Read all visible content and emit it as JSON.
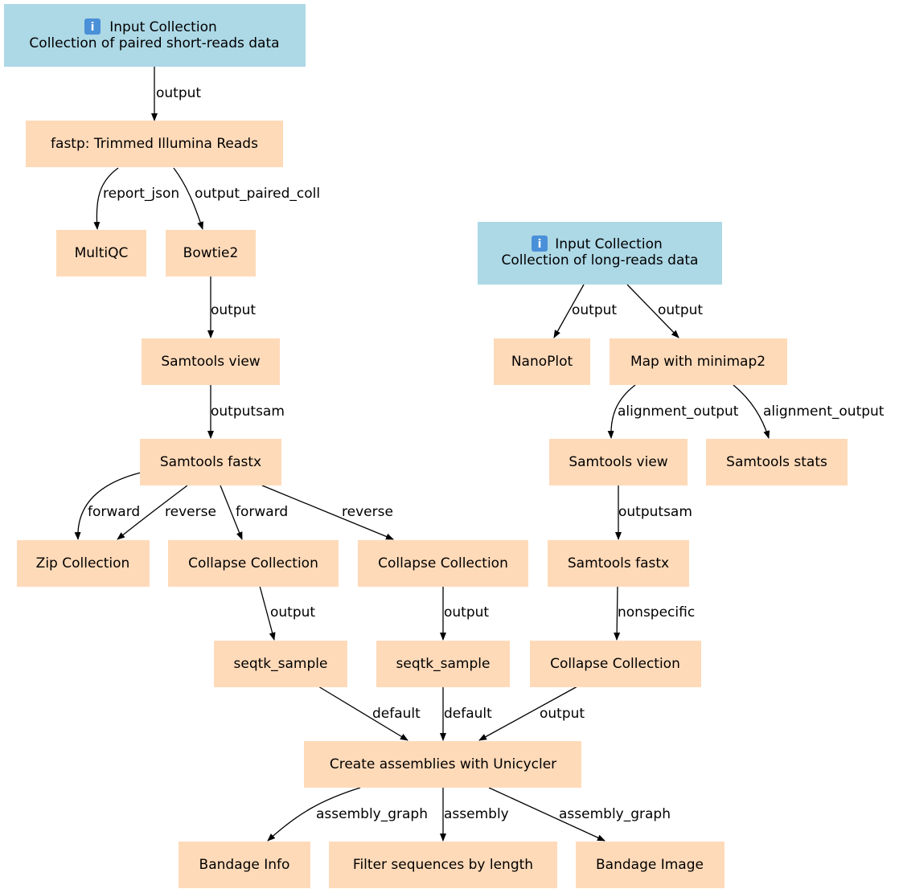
{
  "nodes": {
    "input_short": {
      "line1": "Input Collection",
      "line2": "Collection of paired short-reads data",
      "kind": "input",
      "icon": "info-icon"
    },
    "fastp": {
      "label": "fastp: Trimmed Illumina Reads",
      "kind": "tool"
    },
    "multiqc": {
      "label": "MultiQC",
      "kind": "tool"
    },
    "bowtie2": {
      "label": "Bowtie2",
      "kind": "tool"
    },
    "input_long": {
      "line1": "Input Collection",
      "line2": "Collection of long-reads data",
      "kind": "input",
      "icon": "info-icon"
    },
    "samtools_view_1": {
      "label": "Samtools view",
      "kind": "tool"
    },
    "nanoplot": {
      "label": "NanoPlot",
      "kind": "tool"
    },
    "minimap2": {
      "label": "Map with minimap2",
      "kind": "tool"
    },
    "samtools_fastx_1": {
      "label": "Samtools fastx",
      "kind": "tool"
    },
    "samtools_view_2": {
      "label": "Samtools view",
      "kind": "tool"
    },
    "samtools_stats": {
      "label": "Samtools stats",
      "kind": "tool"
    },
    "zip_collection": {
      "label": "Zip Collection",
      "kind": "tool"
    },
    "collapse_1": {
      "label": "Collapse Collection",
      "kind": "tool"
    },
    "collapse_2": {
      "label": "Collapse Collection",
      "kind": "tool"
    },
    "samtools_fastx_2": {
      "label": "Samtools fastx",
      "kind": "tool"
    },
    "seqtk_1": {
      "label": "seqtk_sample",
      "kind": "tool"
    },
    "seqtk_2": {
      "label": "seqtk_sample",
      "kind": "tool"
    },
    "collapse_3": {
      "label": "Collapse Collection",
      "kind": "tool"
    },
    "unicycler": {
      "label": "Create assemblies with Unicycler",
      "kind": "tool"
    },
    "bandage_info": {
      "label": "Bandage Info",
      "kind": "tool"
    },
    "filter_seq": {
      "label": "Filter sequences by length",
      "kind": "tool"
    },
    "bandage_image": {
      "label": "Bandage Image",
      "kind": "tool"
    }
  },
  "edges": [
    {
      "from": "input_short",
      "to": "fastp",
      "label": "output"
    },
    {
      "from": "fastp",
      "to": "multiqc",
      "label": "report_json"
    },
    {
      "from": "fastp",
      "to": "bowtie2",
      "label": "output_paired_coll"
    },
    {
      "from": "bowtie2",
      "to": "samtools_view_1",
      "label": "output"
    },
    {
      "from": "samtools_view_1",
      "to": "samtools_fastx_1",
      "label": "outputsam"
    },
    {
      "from": "samtools_fastx_1",
      "to": "zip_collection",
      "label": "forward"
    },
    {
      "from": "samtools_fastx_1",
      "to": "zip_collection",
      "label": "reverse"
    },
    {
      "from": "samtools_fastx_1",
      "to": "collapse_1",
      "label": "forward"
    },
    {
      "from": "samtools_fastx_1",
      "to": "collapse_2",
      "label": "reverse"
    },
    {
      "from": "input_long",
      "to": "nanoplot",
      "label": "output"
    },
    {
      "from": "input_long",
      "to": "minimap2",
      "label": "output"
    },
    {
      "from": "minimap2",
      "to": "samtools_view_2",
      "label": "alignment_output"
    },
    {
      "from": "minimap2",
      "to": "samtools_stats",
      "label": "alignment_output"
    },
    {
      "from": "samtools_view_2",
      "to": "samtools_fastx_2",
      "label": "outputsam"
    },
    {
      "from": "samtools_fastx_2",
      "to": "collapse_3",
      "label": "nonspecific"
    },
    {
      "from": "collapse_1",
      "to": "seqtk_1",
      "label": "output"
    },
    {
      "from": "collapse_2",
      "to": "seqtk_2",
      "label": "output"
    },
    {
      "from": "seqtk_1",
      "to": "unicycler",
      "label": "default"
    },
    {
      "from": "seqtk_2",
      "to": "unicycler",
      "label": "default"
    },
    {
      "from": "collapse_3",
      "to": "unicycler",
      "label": "output"
    },
    {
      "from": "unicycler",
      "to": "bandage_info",
      "label": "assembly_graph"
    },
    {
      "from": "unicycler",
      "to": "filter_seq",
      "label": "assembly"
    },
    {
      "from": "unicycler",
      "to": "bandage_image",
      "label": "assembly_graph"
    }
  ],
  "colors": {
    "input_fill": "#add8e6",
    "tool_fill": "#ffdab9",
    "edge_stroke": "#000000"
  }
}
